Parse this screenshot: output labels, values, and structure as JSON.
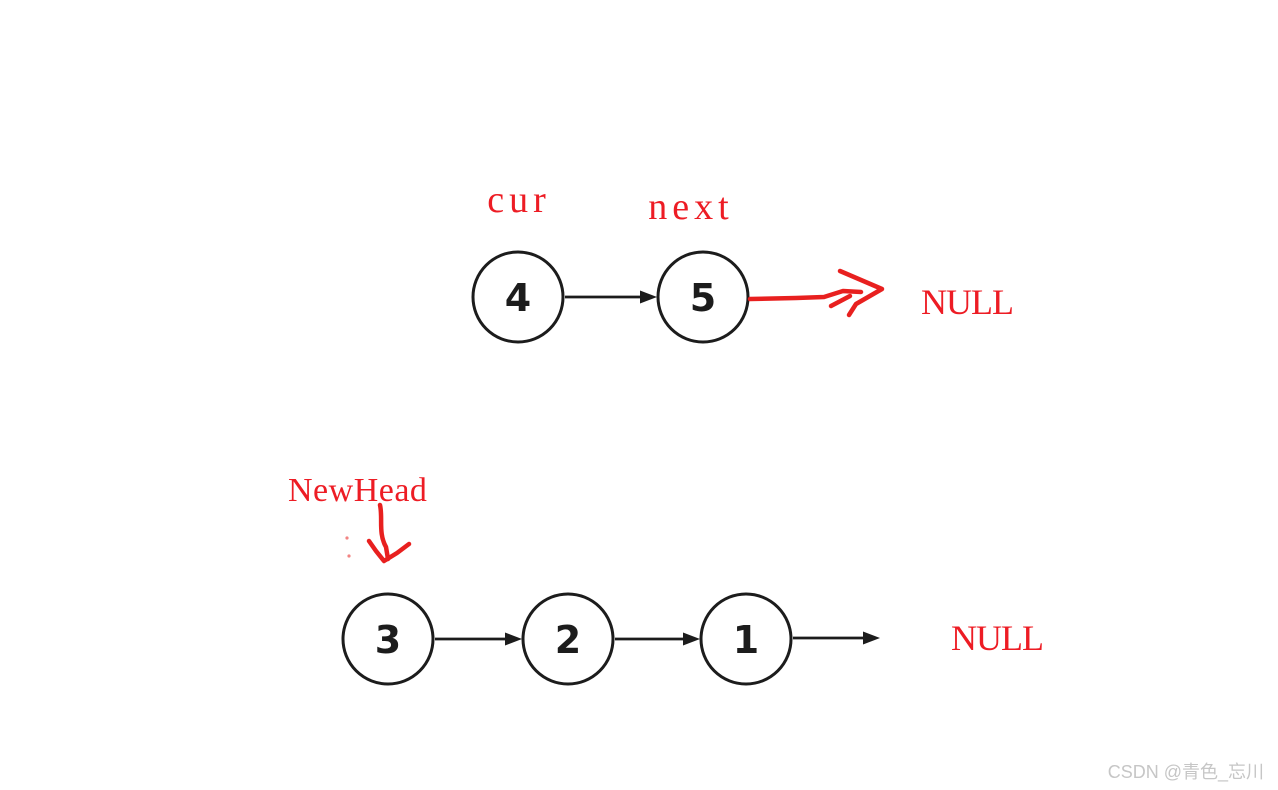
{
  "diagram": {
    "title_semantic": "linked-list-reversal-step",
    "colors": {
      "background": "#ffffff",
      "red_text": "#ed1c24",
      "red_ink": "#e8201f",
      "node_stroke": "#1c1c1c",
      "node_fill": "#ffffff",
      "arrow_black": "#1c1c1c",
      "watermark_gray": "#c6c6c6"
    },
    "top_row": {
      "cur_label": "cur",
      "next_label": "next",
      "nodes": [
        {
          "value": "4"
        },
        {
          "value": "5"
        }
      ],
      "null_label": "NULL"
    },
    "bottom_row": {
      "newhead_label": "NewHead",
      "nodes": [
        {
          "value": "3"
        },
        {
          "value": "2"
        },
        {
          "value": "1"
        }
      ],
      "null_label": "NULL"
    },
    "watermark": {
      "text": "CSDN @青色_忘川"
    }
  }
}
